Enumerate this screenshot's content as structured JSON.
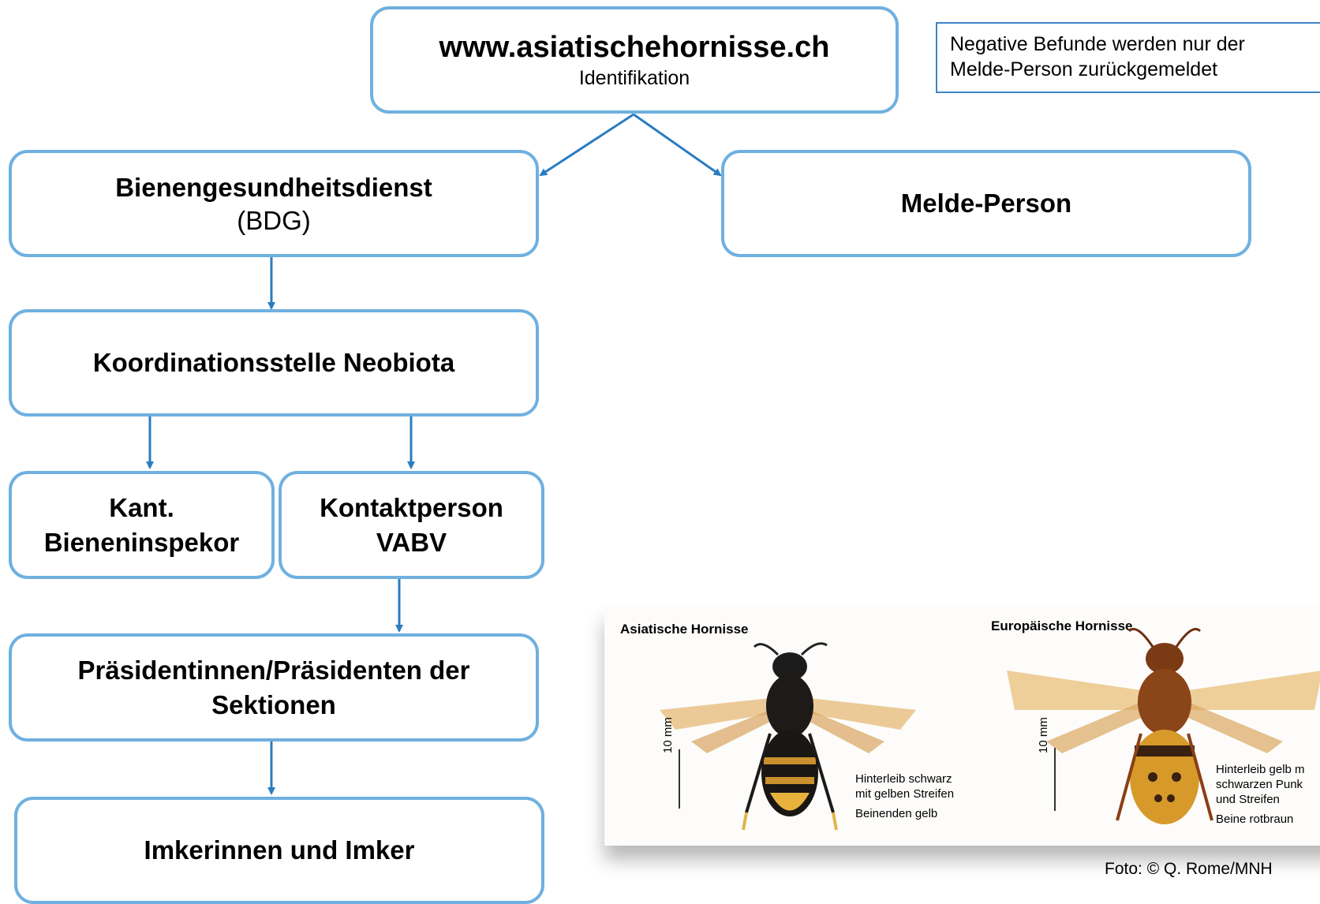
{
  "top": {
    "title": "www.asiatischehornisse.ch",
    "subtitle": "Identifikation"
  },
  "note": {
    "text": "Negative Befunde werden nur der Melde-Person zurückgemeldet"
  },
  "bdg": {
    "title": "Bienengesundheitsdienst",
    "subtitle": "(BDG)"
  },
  "melde": {
    "title": "Melde-Person"
  },
  "koord": {
    "title": "Koordinationsstelle Neobiota"
  },
  "kant": {
    "line1": "Kant.",
    "line2": "Bieneninspekor"
  },
  "kontakt": {
    "line1": "Kontaktperson",
    "line2": "VABV"
  },
  "praes": {
    "line1": "Präsidentinnen/Präsidenten der",
    "line2": "Sektionen"
  },
  "imker": {
    "title": "Imkerinnen und Imker"
  },
  "photo": {
    "asian": {
      "label": "Asiatische Hornisse",
      "scale": "10 mm",
      "cap1": "Hinterleib schwarz",
      "cap2": "mit gelben Streifen",
      "cap3": "Beinenden gelb"
    },
    "european": {
      "label": "Europäische Hornisse",
      "scale": "10 mm",
      "cap1": "Hinterleib gelb m",
      "cap2": "schwarzen Punk",
      "cap3": "und Streifen",
      "cap4": "Beine rotbraun"
    },
    "credit": "Foto: © Q. Rome/MNH"
  },
  "colors": {
    "box_border": "#6fb0e0",
    "arrow": "#2a7cc0",
    "note_border": "#3d86c6"
  }
}
